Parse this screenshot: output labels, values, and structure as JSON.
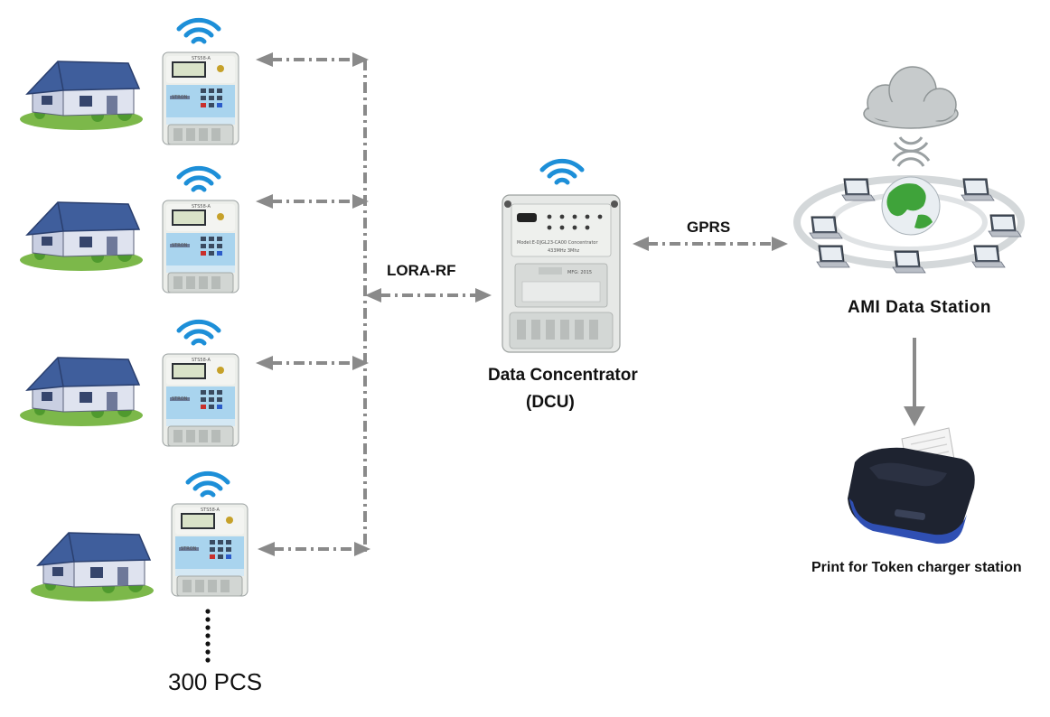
{
  "labels": {
    "lora_rf": "LORA-RF",
    "gprs": "GPRS",
    "dcu_title": "Data Concentrator",
    "dcu_abbrev": "(DCU)",
    "ami_station": "AMI Data Station",
    "print_station": "Print for Token charger station",
    "meter_count": "300 PCS"
  },
  "meter": {
    "model": "STS58-A",
    "brand": "STRON"
  },
  "concentrator": {
    "panel_text": "Model:E-DJGL23-CA00 Concentrator",
    "freq_text": "433MHz  3Mhz",
    "mfg_text": "MFG: 2015"
  },
  "colors": {
    "house_roof": "#3f5e9c",
    "house_wall": "#d7dbe8",
    "grass": "#7cb84a",
    "wifi": "#1d8fd8",
    "arrow": "#8a8a8a",
    "meter_blue": "#a9d4ee",
    "printer_blue": "#2f4fb3",
    "globe_green": "#3fa33a"
  },
  "icons": [
    "wifi-icon",
    "house-icon",
    "electric-meter-icon",
    "cloud-icon",
    "globe-icon",
    "laptop-icon",
    "printer-icon"
  ]
}
